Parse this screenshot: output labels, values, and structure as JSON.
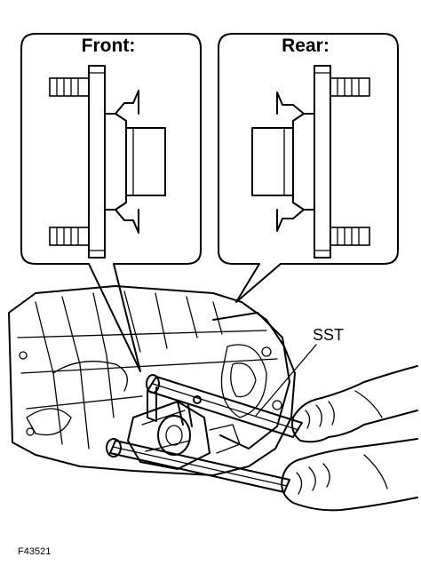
{
  "callouts": {
    "front_title": "Front:",
    "rear_title": "Rear:"
  },
  "labels": {
    "sst": "SST"
  },
  "figure_id": "F43521"
}
